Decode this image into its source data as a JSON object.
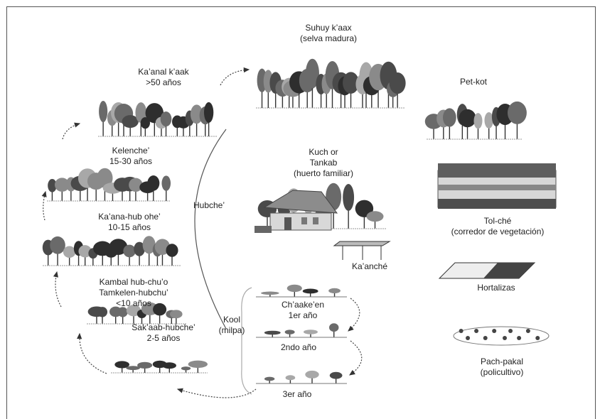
{
  "labels": {
    "suhuy": [
      "Suhuy k’aax",
      "(selva madura)"
    ],
    "kaanal": [
      "Ka’anal k’aak",
      ">50 años"
    ],
    "kelenche": [
      "Kelenche’",
      "15-30 años"
    ],
    "kaana_hub": [
      "Ka’ana-hub ohe’",
      "10-15 años"
    ],
    "kambal": [
      "Kambal hub-chu’o",
      "Tamkelen-hubchu’",
      "<10 años"
    ],
    "sakaab": [
      "Sak’aab-hubche’",
      "2-5 años"
    ],
    "hubche": [
      "Hubche’"
    ],
    "kool": [
      "Kool",
      "(milpa)"
    ],
    "chaake": [
      "Ch’aake’en",
      "1er año"
    ],
    "segundo": [
      "2ndo año"
    ],
    "tercero": [
      "3er año"
    ],
    "kuch": [
      "Kuch or",
      "Tankab",
      "(huerto familiar)"
    ],
    "kaanche": [
      "Ka’anché"
    ],
    "petkot": [
      "Pet-kot"
    ],
    "tolche": [
      "Tol-ché",
      "(corredor de vegetación)"
    ],
    "hortalizas": [
      "Hortalizas"
    ],
    "pachpakal": [
      "Pach-pakal",
      "(policultivo)"
    ]
  },
  "colors": {
    "frame": "#555555",
    "tree_dark": "#2e2e2e",
    "tree_mid": "#6a6a6a",
    "tree_light": "#a8a8a8",
    "house_roof": "#8c8c8c"
  }
}
